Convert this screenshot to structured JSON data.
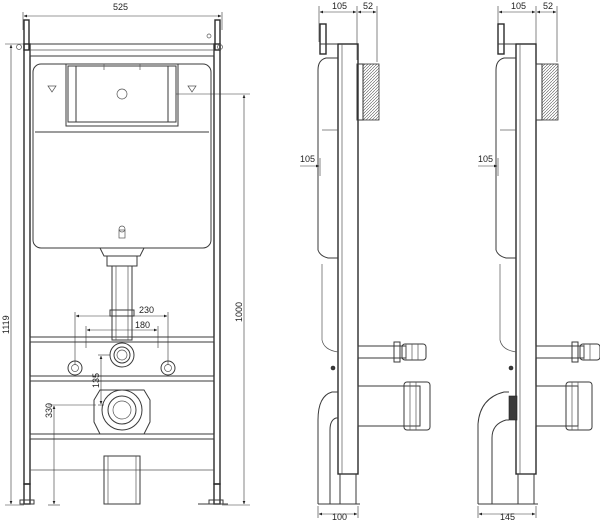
{
  "front_view": {
    "width_label": "525",
    "height_label": "1119",
    "cistern_height_label": "1000",
    "spacing_230_label": "230",
    "spacing_180_label": "180",
    "drop_135_label": "135",
    "height_330_label": "330"
  },
  "side_view_1": {
    "top_105_label": "105",
    "top_52_label": "52",
    "mid_105_label": "105",
    "bottom_label": "100"
  },
  "side_view_2": {
    "top_105_label": "105",
    "top_52_label": "52",
    "mid_105_label": "105",
    "bottom_label": "145"
  }
}
